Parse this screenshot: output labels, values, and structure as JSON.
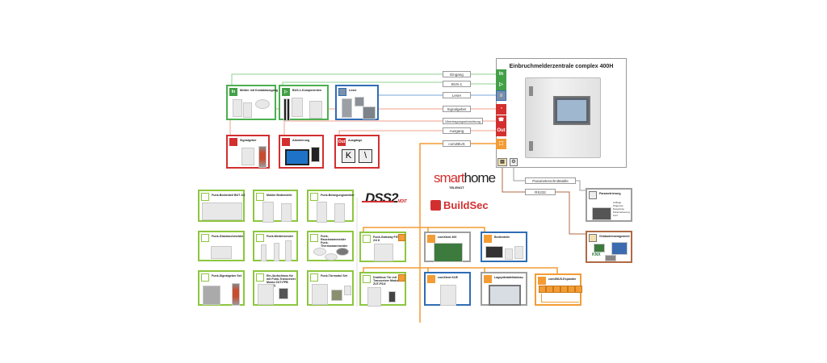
{
  "panel": {
    "title": "Einbruchmelderzentrale complex 400H"
  },
  "interfaces": [
    {
      "label": "Eingang",
      "icon": "in-icon",
      "icon_text": "In",
      "color": "#43a047"
    },
    {
      "label": "BUS-1",
      "icon": "bus-icon",
      "icon_text": "",
      "color": "#43a047"
    },
    {
      "label": "Leser",
      "icon": "reader-icon",
      "icon_text": "",
      "color": "#2f6db5"
    },
    {
      "label": "Signalgeber",
      "icon": "siren-icon",
      "icon_text": "",
      "color": "#d32f2f"
    },
    {
      "label": "Übertragungseinrichtung",
      "icon": "phone-icon",
      "icon_text": "",
      "color": "#d32f2f"
    },
    {
      "label": "Ausgang",
      "icon": "out-icon",
      "icon_text": "Out",
      "color": "#d32f2f"
    },
    {
      "label": "com2BUS",
      "icon": "com2bus-icon",
      "icon_text": "",
      "color": "#f39c35"
    }
  ],
  "bottom_interfaces": [
    {
      "label": "Parameterschnittstelle"
    },
    {
      "label": "RS232"
    }
  ],
  "wired_groups": [
    {
      "title": "Melder mit Kontaktausgang",
      "badge": "In"
    },
    {
      "title": "BUS-1-Komponenten",
      "badge": ""
    },
    {
      "title": "Leser",
      "badge": ""
    },
    {
      "title": "Signalgeber",
      "badge": ""
    },
    {
      "title": "Alarmierung",
      "badge": ""
    },
    {
      "title": "Ausgänge",
      "badge": "Out"
    }
  ],
  "wireless_groups": [
    {
      "title": "Funk-Bedienteil BUT 2/4"
    },
    {
      "title": "Mobile Bedienteile"
    },
    {
      "title": "Funk-Bewegungsmelder"
    },
    {
      "title": "Funk-Glasbruchmelder"
    },
    {
      "title": "Funk-Meldersender"
    },
    {
      "title": "Funk-Rauchwarnmelder Funk-Thermowarnmelder"
    },
    {
      "title": "Funk-Signalgeber Set"
    },
    {
      "title": "Ein-/Aufschloss für mit Funk-Transceiver Modul ZUT-FPB (2RJ4)"
    },
    {
      "title": "Funk-Türmodul Set"
    }
  ],
  "com2bus_groups": [
    {
      "title": "Funk-Gateway FGW 2/4 8"
    },
    {
      "title": "comXtent 400"
    },
    {
      "title": "Bedienteile"
    },
    {
      "title": "Drahtbus Tür mit Transceiver Modul ZUT-FS/2"
    },
    {
      "title": "comXtent KUE"
    },
    {
      "title": "Lagepläntafeltableau"
    },
    {
      "title": "com2BUS-Expander"
    }
  ],
  "right_groups": [
    {
      "title": "Parametrierung",
      "items": [
        "Auflage",
        "Diagnose",
        "Ereignisse",
        "Parametrierung",
        "Kurz"
      ]
    },
    {
      "title": "Gebäudemanagement",
      "items": [
        "KNX"
      ]
    }
  ],
  "logos": {
    "dss2": "DSS2",
    "dss2_sub": "MCKT",
    "smarthome_a": "smart",
    "smarthome_b": "home",
    "smarthome_sub": "TELENOT",
    "buildsec": "BuildSec"
  },
  "colors": {
    "green": "#43a047",
    "blue": "#2f6db5",
    "red": "#d32f2f",
    "light_green": "#8dc63f",
    "orange": "#f39c35",
    "brown": "#b06a45",
    "gray": "#9e9e9e"
  }
}
